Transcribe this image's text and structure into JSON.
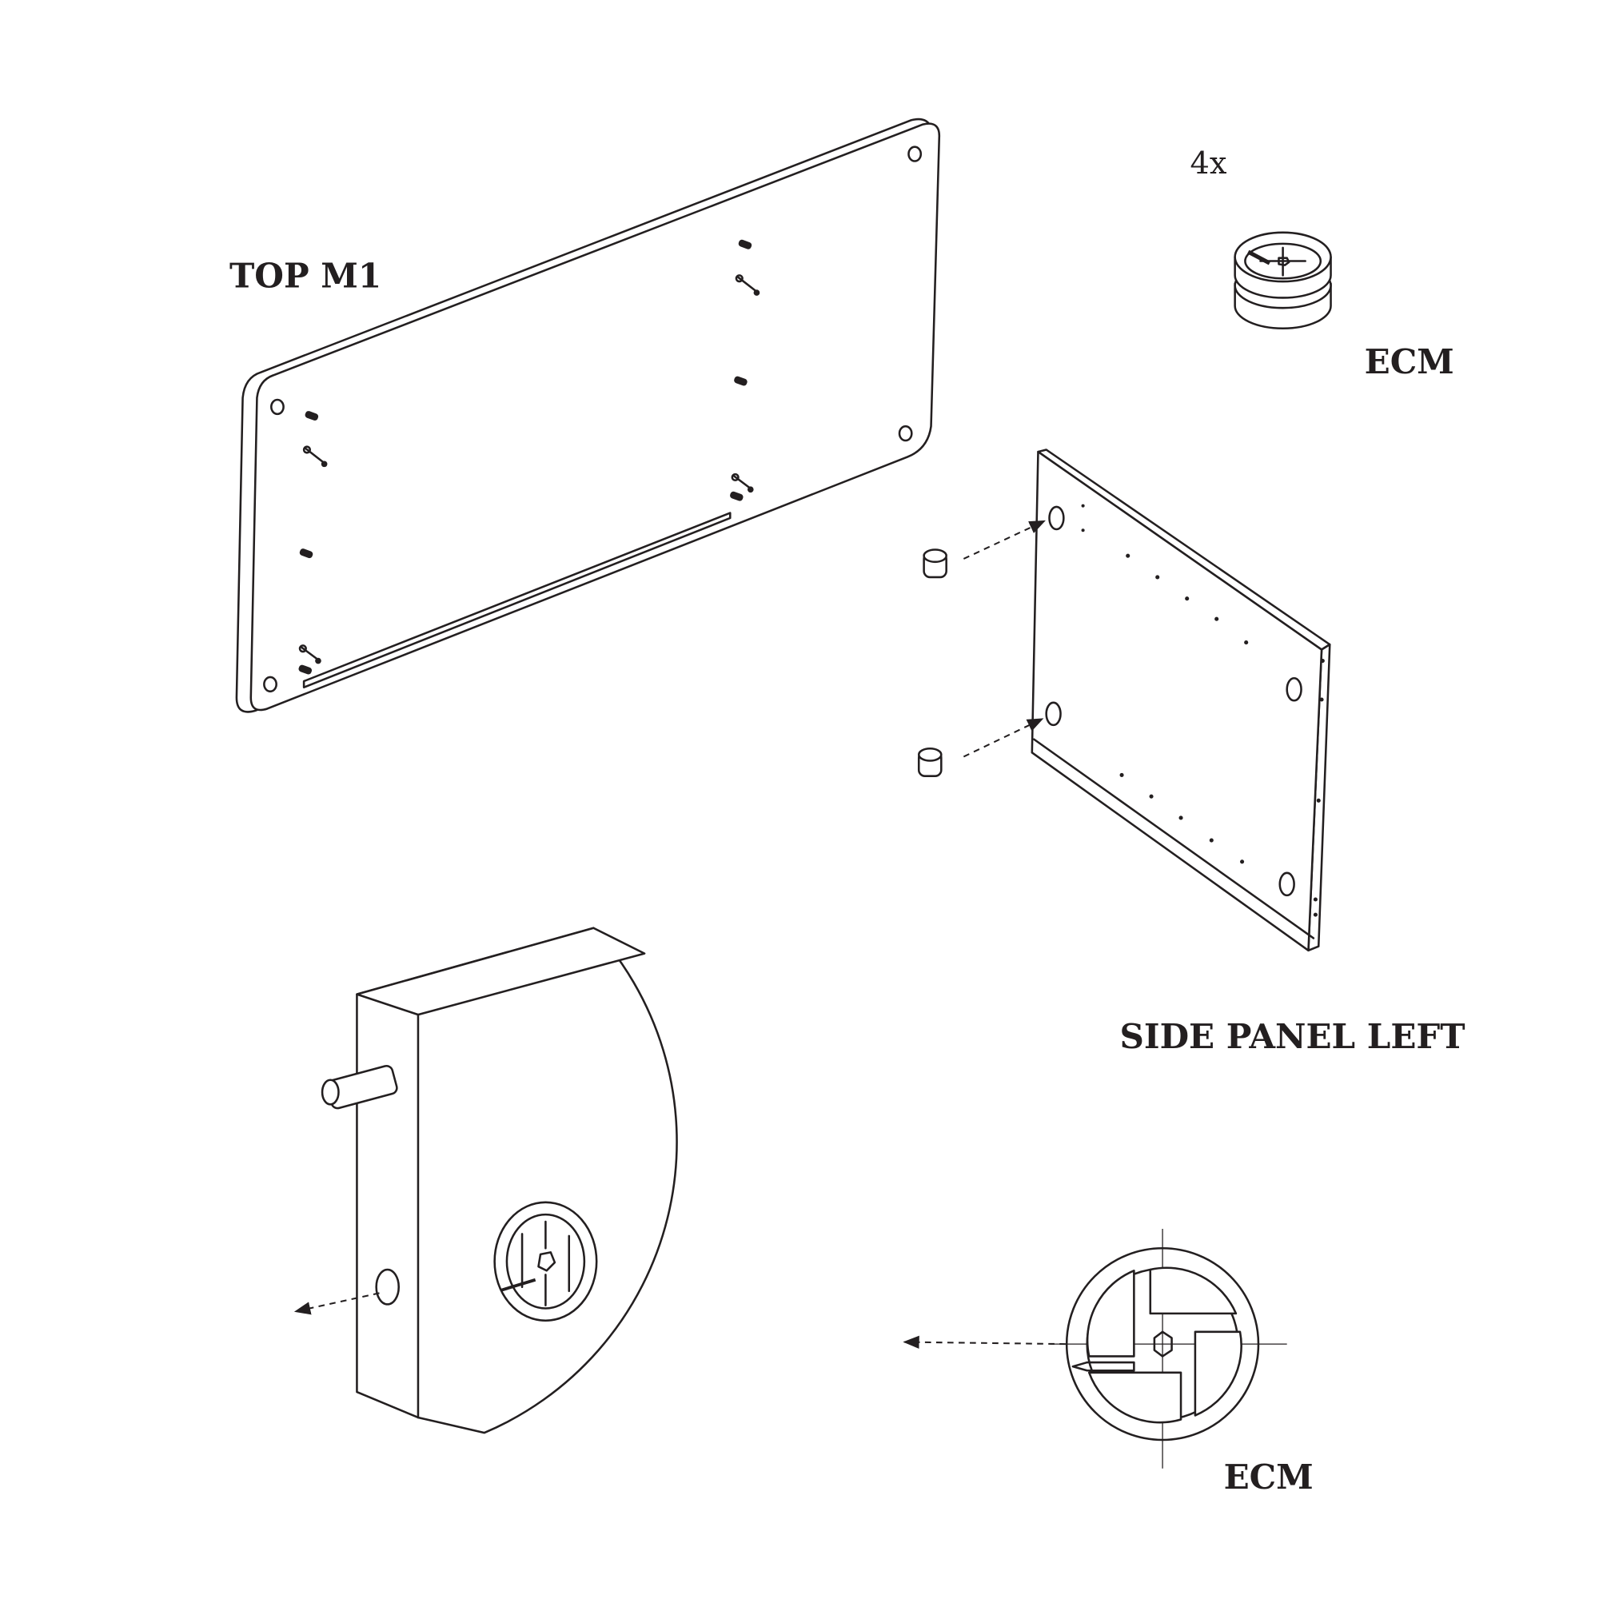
{
  "labels": {
    "top_panel": "TOP M1",
    "quantity": "4x",
    "part_ecm_top": "ECM",
    "side_panel": "SIDE PANEL LEFT",
    "part_ecm_bottom": "ECM"
  },
  "colors": {
    "ink": "#231f20",
    "background": "#ffffff"
  }
}
